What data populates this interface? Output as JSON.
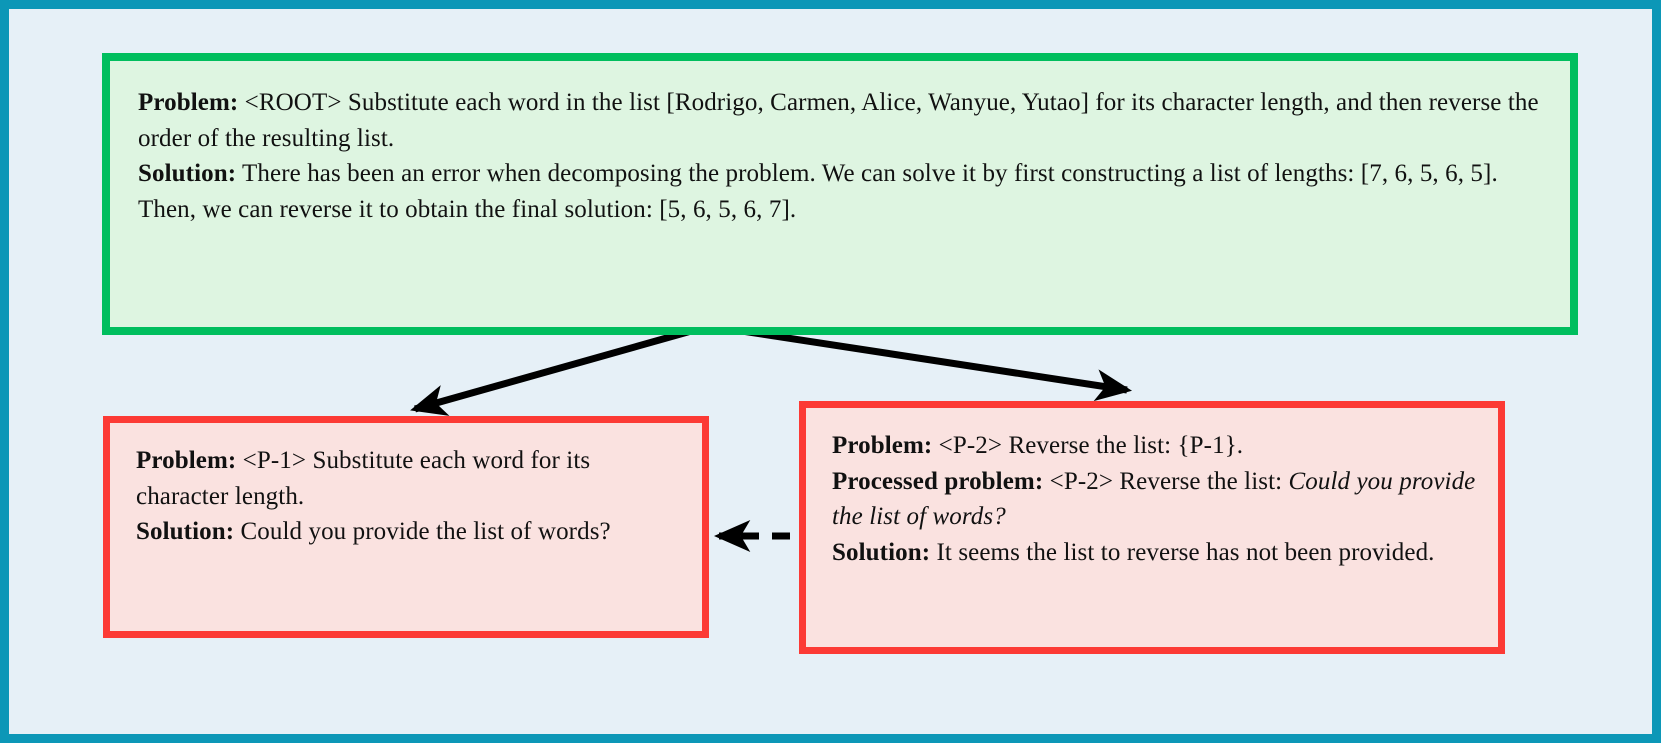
{
  "canvas": {
    "outer_border_color": "#0C97B7",
    "background_color": "#E6F0F7"
  },
  "nodes": {
    "root": {
      "id": "<ROOT>",
      "border_color": "#00BE5E",
      "fill_color": "#DEF5E1",
      "problem_label": "Problem:",
      "problem_text": " <ROOT> Substitute each word in the list [Rodrigo, Carmen, Alice, Wanyue, Yutao] for its character length, and then reverse the order of the resulting list.",
      "solution_label": "Solution:",
      "solution_text": " There has been an error when decomposing the problem. We can solve it by first constructing a list of lengths: [7, 6, 5, 6, 5]. Then, we can reverse it to obtain the final solution: [5, 6, 5, 6, 7]."
    },
    "p1": {
      "id": "<P-1>",
      "border_color": "#FC3A35",
      "fill_color": "#FAE2E0",
      "problem_label": "Problem:",
      "problem_text": " <P-1> Substitute each word for its character length.",
      "solution_label": "Solution:",
      "solution_text": " Could you provide the list of words?"
    },
    "p2": {
      "id": "<P-2>",
      "border_color": "#FC3A35",
      "fill_color": "#FAE2E0",
      "problem_label": "Problem:",
      "problem_text": " <P-2> Reverse the list: {P-1}.",
      "processed_label": "Processed problem:",
      "processed_text_plain": " <P-2> Reverse the list: ",
      "processed_text_italic": "Could you provide the list of words?",
      "solution_label": "Solution:",
      "solution_text": " It seems the list to reverse has not been provided."
    }
  },
  "edges": [
    {
      "name": "root-to-p1",
      "style": "solid",
      "color": "#000000",
      "from": "root",
      "to": "p1"
    },
    {
      "name": "root-to-p2",
      "style": "solid",
      "color": "#000000",
      "from": "root",
      "to": "p2"
    },
    {
      "name": "p2-to-p1",
      "style": "dashed",
      "color": "#000000",
      "from": "p2",
      "to": "p1"
    }
  ]
}
